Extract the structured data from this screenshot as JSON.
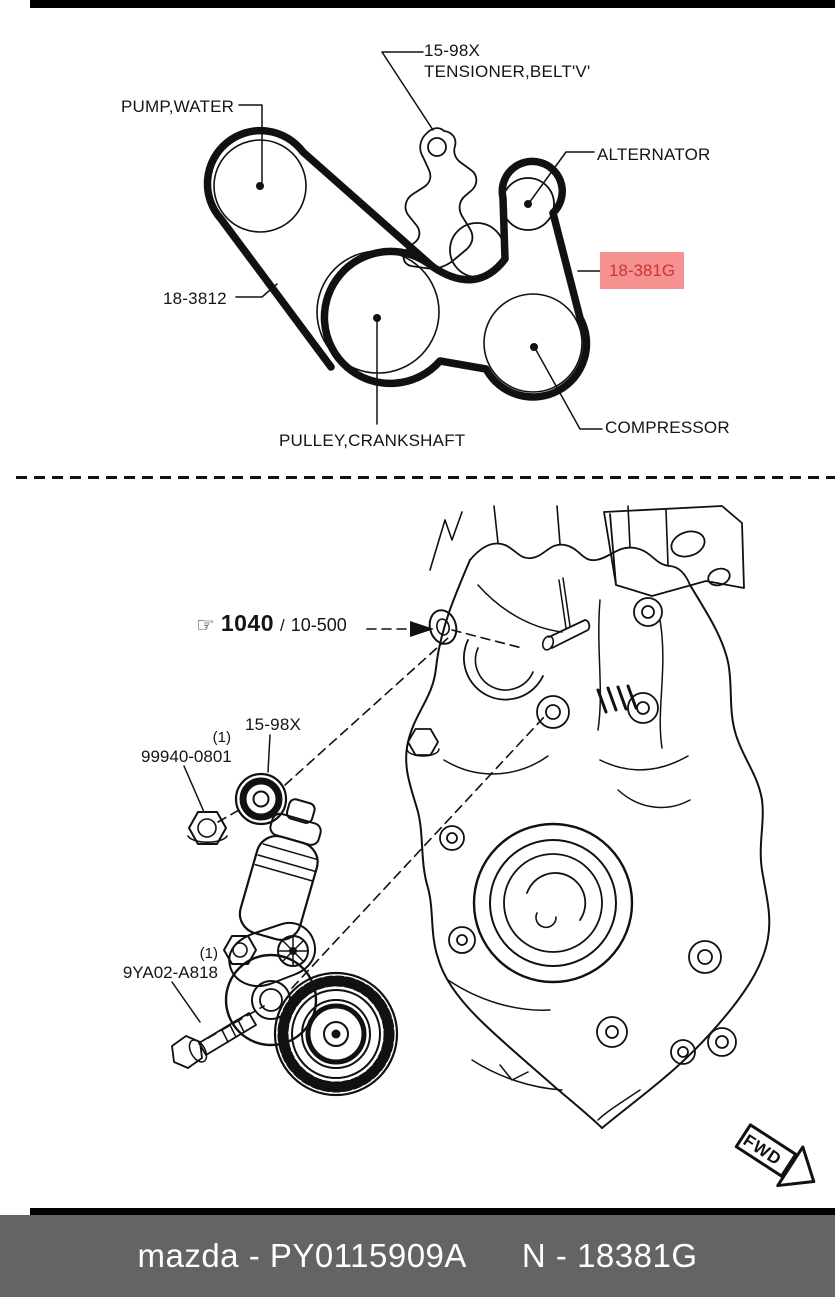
{
  "upper_diagram": {
    "labels": {
      "tensioner_code": "15-98X",
      "tensioner_name": "TENSIONER,BELT'V'",
      "pump_water": "PUMP,WATER",
      "alternator": "ALTERNATOR",
      "belt_highlight": "18-381G",
      "belt_alt": "18-3812",
      "pulley_crankshaft": "PULLEY,CRANKSHAFT",
      "compressor": "COMPRESSOR"
    },
    "highlight_bg": "#f59191",
    "highlight_text_color": "#ce3333"
  },
  "lower_diagram": {
    "ref_pointer_icon": "☞",
    "ref_group": "1040",
    "ref_slash": "/",
    "ref_section": "10-500",
    "tensioner_code": "15-98X",
    "nut_qty": "(1)",
    "nut_code": "99940-0801",
    "bolt_qty": "(1)",
    "bolt_code": "9YA02-A818",
    "fwd_label": "FWD"
  },
  "footer": {
    "left_text": "mazda - PY0115909A",
    "right_text": "N - 18381G",
    "bg_color": "#646464",
    "text_color": "#ffffff"
  }
}
